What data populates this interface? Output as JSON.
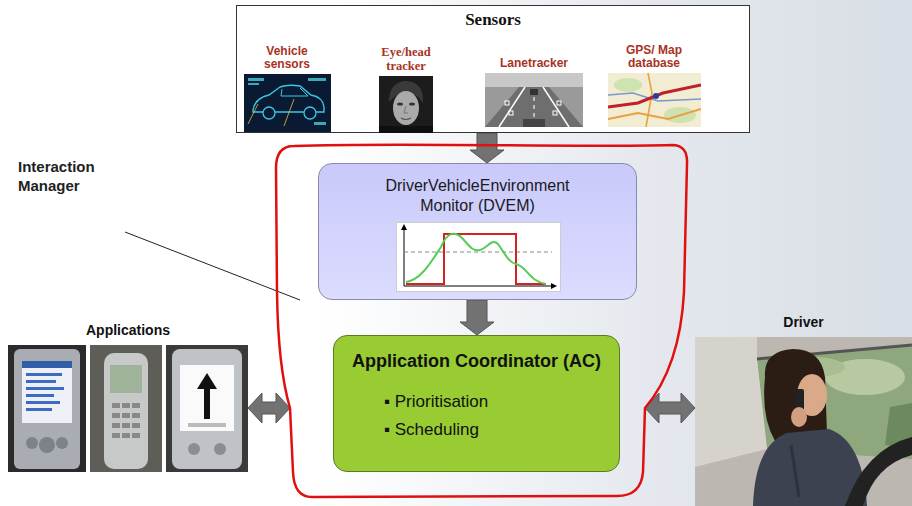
{
  "diagram": {
    "nodes": [
      {
        "text": [
          "Sensors"
        ]
      },
      {
        "text": [
          "Vehicle sensors"
        ],
        "in": 0
      },
      {
        "text": [
          "Eye/head tracker"
        ],
        "in": 0
      },
      {
        "text": [
          "Lanetracker"
        ],
        "in": 0
      },
      {
        "text": [
          "GPS/ Map database"
        ],
        "in": 0
      },
      {
        "text": [
          "Interaction Manager"
        ]
      },
      {
        "text": [
          "DriverVehicleEnvironment Monitor (DVEM)"
        ],
        "in": 5
      },
      {
        "text": [
          "Application Coordinator (AC)",
          "▪ Prioritisation",
          "▪ Scheduling"
        ],
        "in": 5
      },
      {
        "text": [
          "Applications"
        ]
      },
      {
        "text": [
          "Driver"
        ]
      }
    ],
    "edges": [
      {
        "from": 0,
        "to": 6,
        "arrow": "to"
      },
      {
        "from": 6,
        "to": 7,
        "arrow": "to"
      },
      {
        "from": 8,
        "to": 5,
        "arrow": "both"
      },
      {
        "from": 5,
        "to": 9,
        "arrow": "both"
      }
    ]
  }
}
